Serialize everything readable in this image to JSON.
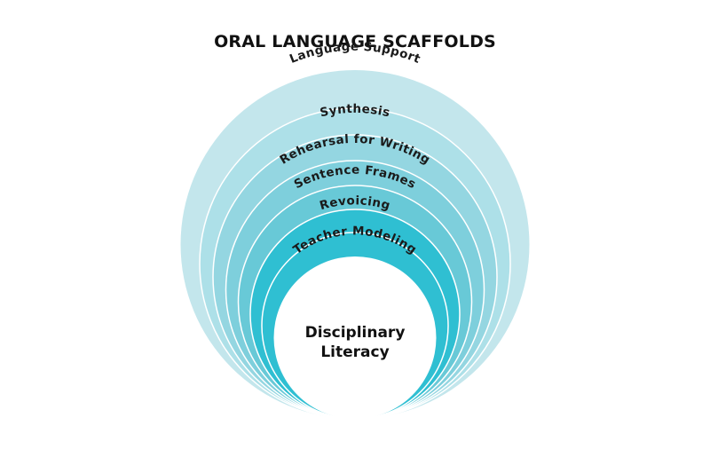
{
  "title": "ORAL LANGUAGE SCAFFOLDS",
  "center": {
    "line1": "Disciplinary",
    "line2": "Literacy",
    "color": "#ffffff"
  },
  "rings": [
    {
      "label": "Language Support",
      "color": "#c3e6ec"
    },
    {
      "label": "Synthesis",
      "color": "#ade0e8"
    },
    {
      "label": "Rehearsal for Writing",
      "color": "#94d6e1"
    },
    {
      "label": "Sentence Frames",
      "color": "#7ecfdc"
    },
    {
      "label": "Revoicing",
      "color": "#68c9d7"
    },
    {
      "label": "Teacher Modeling",
      "color": "#2fbfd2"
    }
  ]
}
